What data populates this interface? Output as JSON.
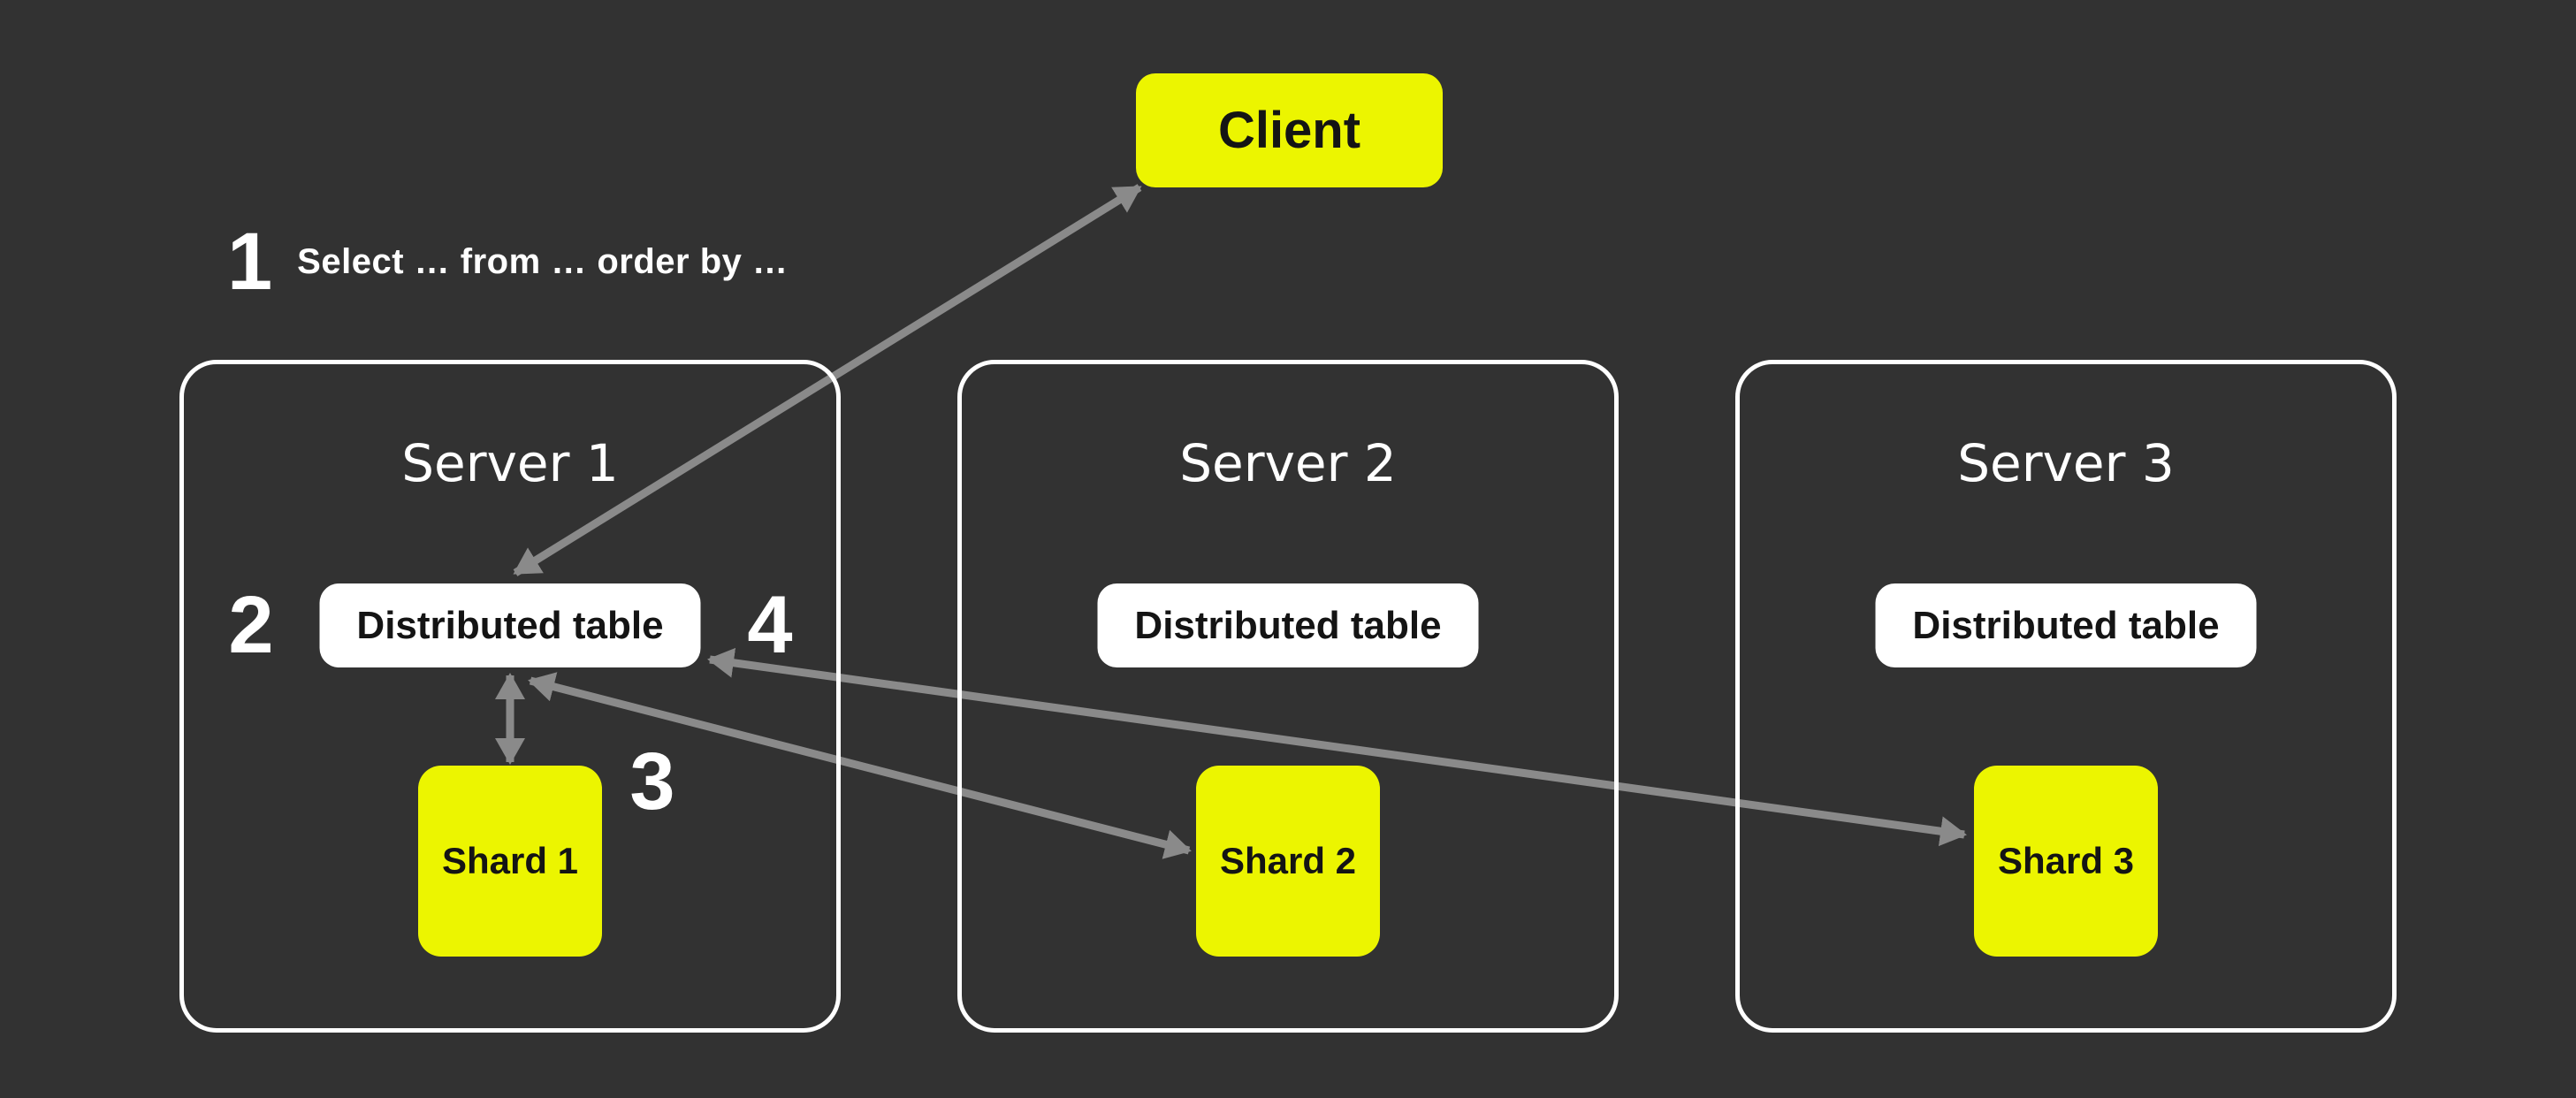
{
  "colors": {
    "background": "#323232",
    "yellow": "#ECF500",
    "box_white": "#FFFFFF",
    "arrow_gray": "#8A8A8A",
    "label_black": "#141414",
    "text_white": "#FFFFFF"
  },
  "client": {
    "label": "Client"
  },
  "annotation": {
    "step_number": "1",
    "query_text": "Select … from … order by …"
  },
  "step_labels": {
    "step2": "2",
    "step3": "3",
    "step4": "4"
  },
  "servers": [
    {
      "title": "Server 1",
      "table_label": "Distributed table",
      "shard_label": "Shard 1"
    },
    {
      "title": "Server 2",
      "table_label": "Distributed table",
      "shard_label": "Shard 2"
    },
    {
      "title": "Server 3",
      "table_label": "Distributed table",
      "shard_label": "Shard 3"
    }
  ],
  "edges": [
    {
      "name": "client-disttable1",
      "from": "distributed-table-1",
      "to": "client",
      "style": "double-arrow"
    },
    {
      "name": "disttable1-shard1",
      "from": "distributed-table-1",
      "to": "shard-1",
      "style": "double-arrow"
    },
    {
      "name": "disttable1-shard2",
      "from": "distributed-table-1",
      "to": "shard-2",
      "style": "double-arrow"
    },
    {
      "name": "disttable1-shard3",
      "from": "distributed-table-1",
      "to": "shard-3",
      "style": "double-arrow"
    }
  ]
}
